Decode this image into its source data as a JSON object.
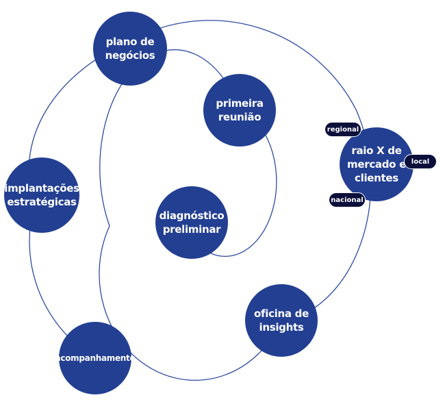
{
  "colors": {
    "node": "#233f92",
    "pill": "#0b0f3a",
    "line": "#2d4aa0"
  },
  "nodes": {
    "plano": "plano de\nnegócios",
    "primeira": "primeira\nreunião",
    "raio": "raio X de\nmercado e\nclientes",
    "implantacoes": "implantações\nestratégicas",
    "diagnostico": "diagnóstico\npreliminar",
    "oficina": "oficina de\ninsights",
    "acompanhamento": "acompanhamento"
  },
  "tags": {
    "regional": "regional",
    "local": "local",
    "nacional": "nacional"
  }
}
